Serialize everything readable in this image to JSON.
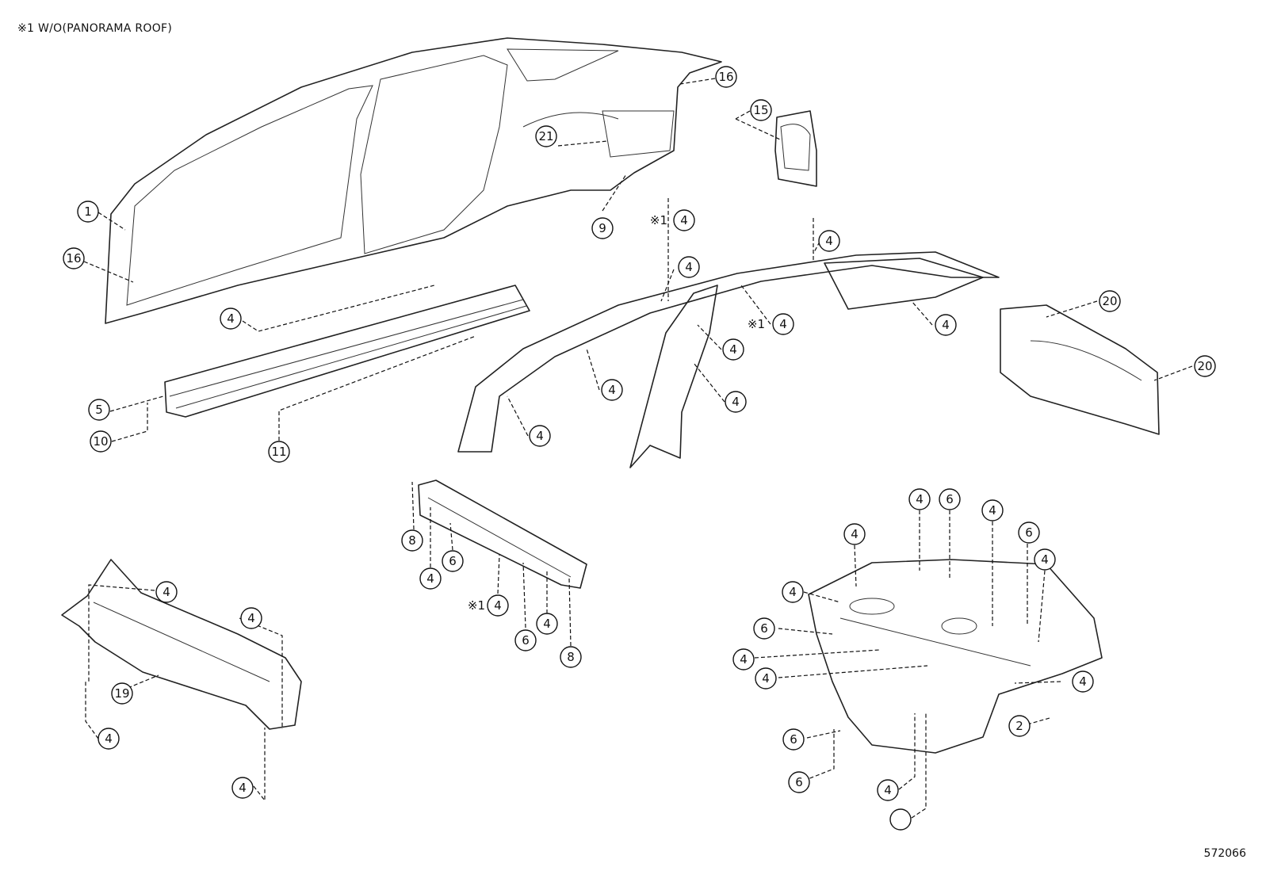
{
  "note": "※1 W/O(PANORAMA ROOF)",
  "figure_number": "572066",
  "conditional_mark": "※1",
  "callouts": [
    {
      "id": "c1",
      "label": "1"
    },
    {
      "id": "c16a",
      "label": "16"
    },
    {
      "id": "c16b",
      "label": "16"
    },
    {
      "id": "c15",
      "label": "15"
    },
    {
      "id": "c21",
      "label": "21"
    },
    {
      "id": "c9",
      "label": "9"
    },
    {
      "id": "c4a",
      "label": "4"
    },
    {
      "id": "c5",
      "label": "5"
    },
    {
      "id": "c10",
      "label": "10"
    },
    {
      "id": "c11",
      "label": "11"
    },
    {
      "id": "c4b",
      "label": "4",
      "cond": true
    },
    {
      "id": "c4c",
      "label": "4"
    },
    {
      "id": "c4d",
      "label": "4"
    },
    {
      "id": "c4e",
      "label": "4",
      "cond": true
    },
    {
      "id": "c4f",
      "label": "4"
    },
    {
      "id": "c4g",
      "label": "4"
    },
    {
      "id": "c4h",
      "label": "4"
    },
    {
      "id": "c4i",
      "label": "4"
    },
    {
      "id": "c4j",
      "label": "4"
    },
    {
      "id": "c20a",
      "label": "20"
    },
    {
      "id": "c20b",
      "label": "20"
    },
    {
      "id": "c8a",
      "label": "8"
    },
    {
      "id": "c4k",
      "label": "4"
    },
    {
      "id": "c6a",
      "label": "6"
    },
    {
      "id": "c4l",
      "label": "4",
      "cond": true
    },
    {
      "id": "c6b",
      "label": "6"
    },
    {
      "id": "c4m",
      "label": "4"
    },
    {
      "id": "c8b",
      "label": "8"
    },
    {
      "id": "c4n",
      "label": "4"
    },
    {
      "id": "c4o",
      "label": "4"
    },
    {
      "id": "c19",
      "label": "19"
    },
    {
      "id": "c4p",
      "label": "4"
    },
    {
      "id": "c4q",
      "label": "4"
    },
    {
      "id": "c4r",
      "label": "4"
    },
    {
      "id": "c6c",
      "label": "6"
    },
    {
      "id": "c4s",
      "label": "4"
    },
    {
      "id": "c6d",
      "label": "6"
    },
    {
      "id": "c4t",
      "label": "4"
    },
    {
      "id": "c4u",
      "label": "4"
    },
    {
      "id": "c4v",
      "label": "4"
    },
    {
      "id": "c6e",
      "label": "6"
    },
    {
      "id": "c4w",
      "label": "4"
    },
    {
      "id": "c4x",
      "label": "4"
    },
    {
      "id": "c4y",
      "label": "4"
    },
    {
      "id": "c2",
      "label": "2"
    },
    {
      "id": "c6f",
      "label": "6"
    },
    {
      "id": "c6g",
      "label": "6"
    },
    {
      "id": "c4z",
      "label": "4"
    }
  ]
}
